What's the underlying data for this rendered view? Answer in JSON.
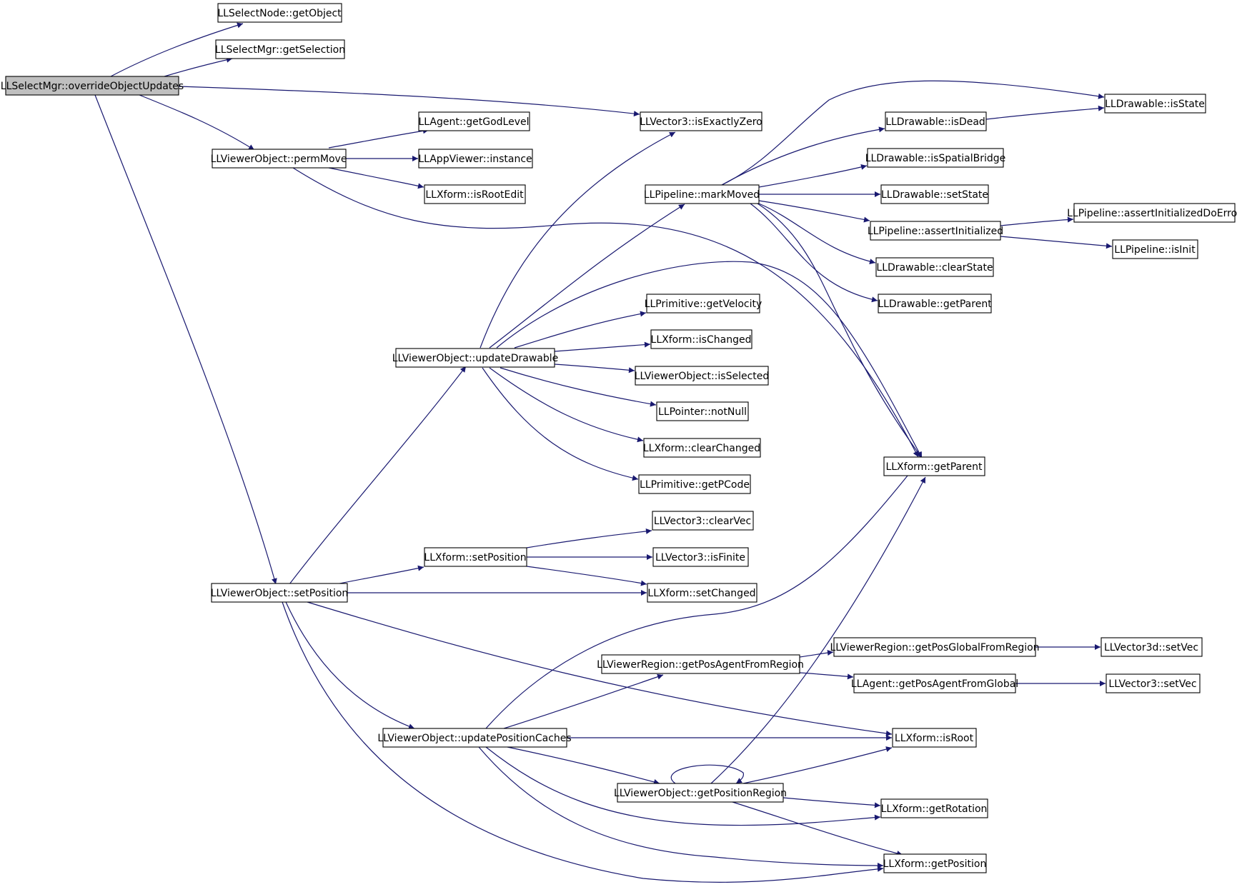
{
  "diagram": {
    "colors": {
      "edge": "#191970",
      "root_fill": "#bfbfbf",
      "node_fill": "#ffffff",
      "node_stroke": "#000000"
    },
    "nodes": [
      {
        "id": "n0",
        "label": "LLSelectMgr::overrideObjectUpdates",
        "root": true
      },
      {
        "id": "n1",
        "label": "LLSelectNode::getObject"
      },
      {
        "id": "n2",
        "label": "LLSelectMgr::getSelection"
      },
      {
        "id": "n3",
        "label": "LLVector3::isExactlyZero"
      },
      {
        "id": "n4",
        "label": "LLViewerObject::permMove"
      },
      {
        "id": "n5",
        "label": "LLAgent::getGodLevel"
      },
      {
        "id": "n6",
        "label": "LLAppViewer::instance"
      },
      {
        "id": "n7",
        "label": "LLXform::isRootEdit"
      },
      {
        "id": "n8",
        "label": "LLXform::getParent"
      },
      {
        "id": "n9",
        "label": "LLViewerObject::setPosition"
      },
      {
        "id": "n10",
        "label": "LLViewerObject::updateDrawable"
      },
      {
        "id": "n11",
        "label": "LLPipeline::markMoved"
      },
      {
        "id": "n12",
        "label": "LLDrawable::isDead"
      },
      {
        "id": "n13",
        "label": "LLDrawable::isState"
      },
      {
        "id": "n14",
        "label": "LLDrawable::isSpatialBridge"
      },
      {
        "id": "n15",
        "label": "LLDrawable::setState"
      },
      {
        "id": "n16",
        "label": "LLPipeline::assertInitialized"
      },
      {
        "id": "n17",
        "label": "LLPipeline::assertInitializedDoError"
      },
      {
        "id": "n18",
        "label": "LLPipeline::isInit"
      },
      {
        "id": "n19",
        "label": "LLDrawable::clearState"
      },
      {
        "id": "n20",
        "label": "LLDrawable::getParent"
      },
      {
        "id": "n21",
        "label": "LLPrimitive::getVelocity"
      },
      {
        "id": "n22",
        "label": "LLXform::isChanged"
      },
      {
        "id": "n23",
        "label": "LLViewerObject::isSelected"
      },
      {
        "id": "n24",
        "label": "LLPointer::notNull"
      },
      {
        "id": "n25",
        "label": "LLXform::clearChanged"
      },
      {
        "id": "n26",
        "label": "LLPrimitive::getPCode"
      },
      {
        "id": "n27",
        "label": "LLXform::setPosition"
      },
      {
        "id": "n28",
        "label": "LLVector3::clearVec"
      },
      {
        "id": "n29",
        "label": "LLVector3::isFinite"
      },
      {
        "id": "n30",
        "label": "LLXform::setChanged"
      },
      {
        "id": "n31",
        "label": "LLViewerObject::updatePositionCaches"
      },
      {
        "id": "n32",
        "label": "LLViewerRegion::getPosAgentFromRegion"
      },
      {
        "id": "n33",
        "label": "LLViewerRegion::getPosGlobalFromRegion"
      },
      {
        "id": "n34",
        "label": "LLVector3d::setVec"
      },
      {
        "id": "n35",
        "label": "LLAgent::getPosAgentFromGlobal"
      },
      {
        "id": "n36",
        "label": "LLVector3::setVec"
      },
      {
        "id": "n37",
        "label": "LLXform::isRoot"
      },
      {
        "id": "n38",
        "label": "LLViewerObject::getPositionRegion"
      },
      {
        "id": "n39",
        "label": "LLXform::getRotation"
      },
      {
        "id": "n40",
        "label": "LLXform::getPosition"
      }
    ]
  }
}
